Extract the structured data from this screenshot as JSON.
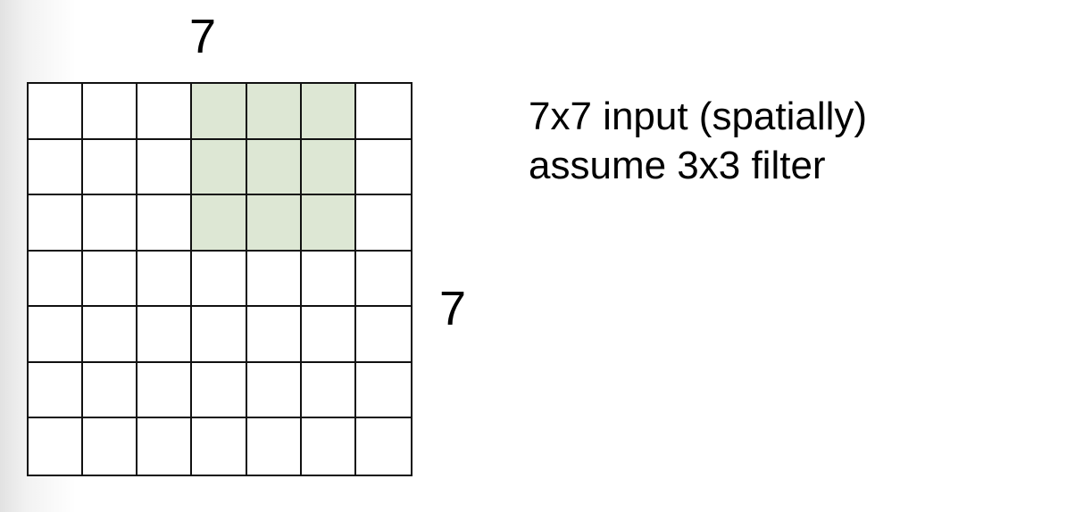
{
  "diagram": {
    "top_label": "7",
    "right_label": "7",
    "grid": {
      "rows": 7,
      "cols": 7,
      "line_color": "#111111",
      "cell_fill": "#ffffff",
      "highlight_fill": "#dde7d4",
      "highlight": {
        "row_start": 0,
        "row_end": 2,
        "col_start": 3,
        "col_end": 5
      }
    }
  },
  "caption": {
    "line1": "7x7 input (spatially)",
    "line2": "assume 3x3 filter"
  }
}
